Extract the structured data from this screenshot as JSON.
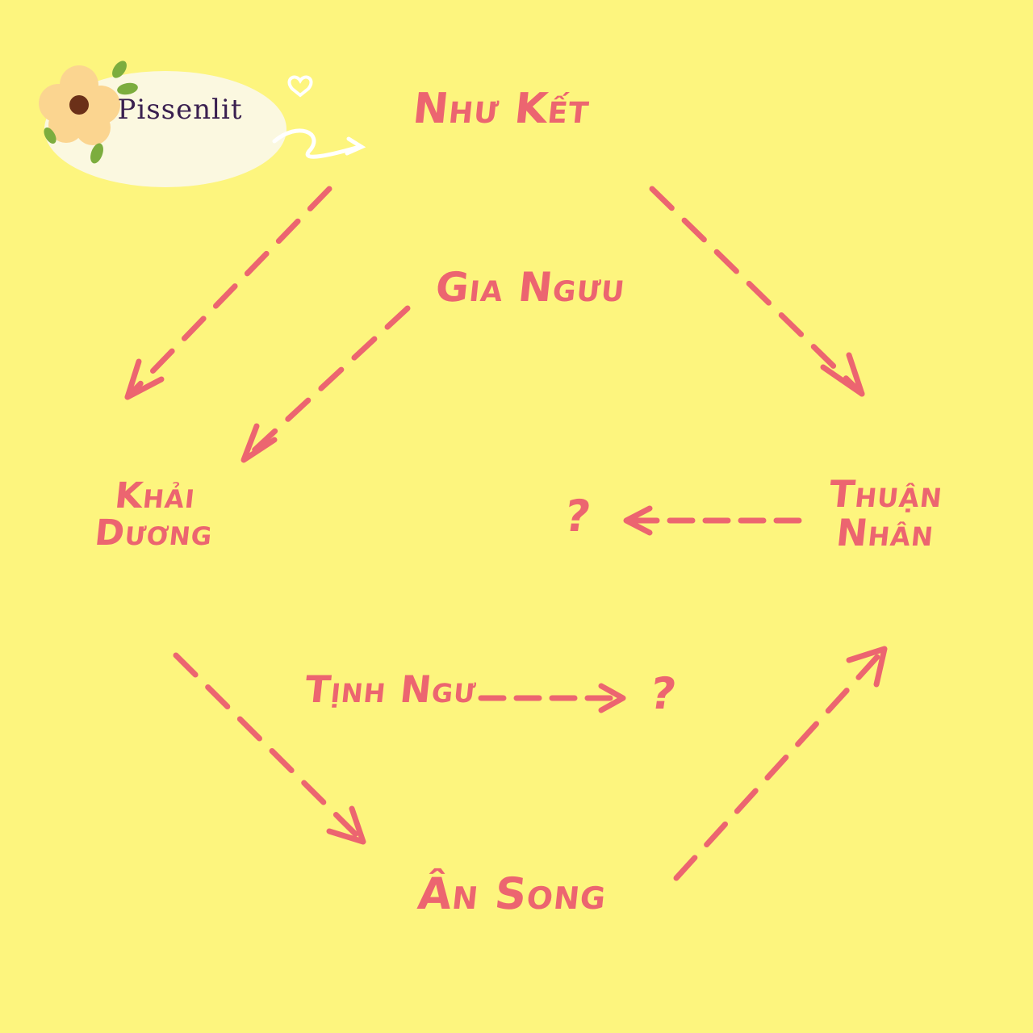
{
  "colors": {
    "background": "#fdf57e",
    "accent": "#ec6570",
    "logo_bubble": "#fbf8e6",
    "logo_flower": "#fbd590",
    "logo_leaf": "#7cad3e",
    "logo_text": "#3a2050"
  },
  "logo": {
    "text": "Pissenlit"
  },
  "nodes": {
    "nhu_ket": "Như Kết",
    "gia_nguu": "Gia Ngưu",
    "khai_duong_line1": "Khải",
    "khai_duong_line2": "Dương",
    "thuan_nhan_line1": "Thuận",
    "thuan_nhan_line2": "Nhân",
    "tinh_ngu": "Tịnh Ngư",
    "an_song": "Ân Song"
  },
  "unknowns": {
    "right": "?",
    "middle": "?"
  }
}
